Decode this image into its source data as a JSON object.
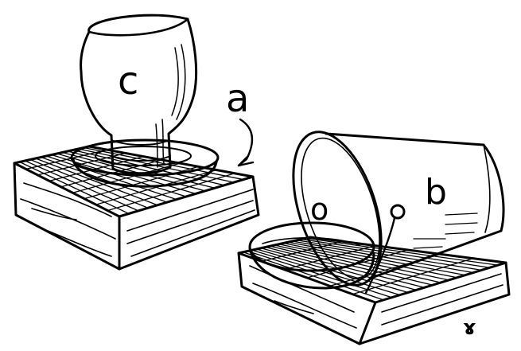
{
  "labels": {
    "jar": "c",
    "water_arrow": "a",
    "bucket": "b",
    "bucket_mouth": "o",
    "signature": "ɤ"
  },
  "colors": {
    "ink": "#000000",
    "paper": "#ffffff"
  }
}
